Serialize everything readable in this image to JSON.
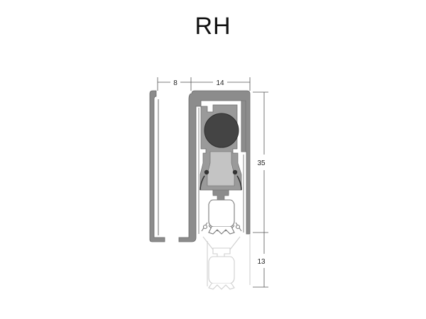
{
  "title": "RH",
  "dimensions": {
    "top_left": "8",
    "top_right": "14",
    "right_upper": "35",
    "right_lower": "13"
  },
  "colors": {
    "profile": "#8c8c8c",
    "profile_edge": "#6a6a6a",
    "cavity": "#ffffff",
    "seal": "#444444",
    "extended_outline": "#cfcfcf",
    "dimension_line": "#555555"
  }
}
